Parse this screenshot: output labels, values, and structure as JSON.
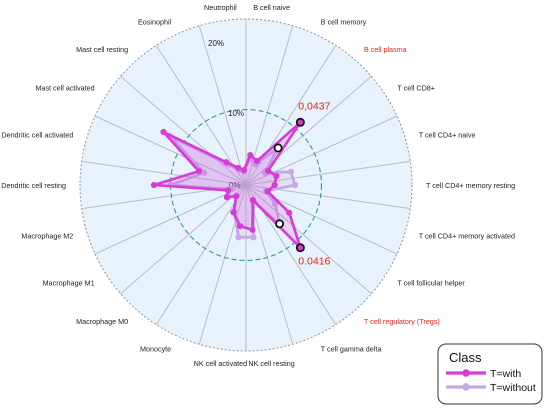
{
  "chart_data": {
    "type": "radar",
    "categories": [
      "B cell naive",
      "B cell memory",
      "B cell plasma",
      "T cell CD8+",
      "T cell CD4+ naive",
      "T cell CD4+ memory resting",
      "T cell CD4+ memory activated",
      "T cell follicular helper",
      "T cell regulatory (Tregs)",
      "T cell gamma delta",
      "NK cell resting",
      "NK cell activated",
      "Monocyte",
      "Macrophage M0",
      "Macrophage M1",
      "Macrophage M2",
      "Dendritic cell resting",
      "Dendritic cell activated",
      "Mast cell activated",
      "Mast cell resting",
      "Eosinophil",
      "Neutrophil"
    ],
    "highlighted_categories": [
      "B cell plasma",
      "T cell regulatory (Tregs)"
    ],
    "radial_ticks": [
      "0%",
      "10%",
      "20%"
    ],
    "rmax": 22,
    "reference_circle": 10,
    "series": [
      {
        "name": "T=with",
        "color": "#d63bd6",
        "values": [
          4.0,
          3.5,
          11.0,
          3.5,
          4.2,
          3.8,
          3.0,
          6.8,
          11.0,
          2.2,
          6.0,
          5.5,
          4.0,
          2.0,
          3.0,
          2.5,
          12.2,
          6.5,
          13.0,
          4.0,
          2.5,
          2.0
        ]
      },
      {
        "name": "T=without",
        "color": "#c9a6e6",
        "values": [
          3.5,
          3.0,
          6.5,
          3.0,
          6.2,
          6.5,
          2.8,
          4.6,
          6.8,
          2.4,
          7.0,
          7.0,
          3.8,
          1.8,
          3.0,
          2.0,
          10.0,
          5.8,
          12.0,
          3.6,
          2.2,
          1.8
        ]
      }
    ],
    "annotations": [
      {
        "category": "B cell plasma",
        "text": "0,0437"
      },
      {
        "category": "T cell regulatory (Tregs)",
        "text": "0.0416"
      }
    ],
    "legend": {
      "title": "Class",
      "position": "bottom-right"
    }
  }
}
